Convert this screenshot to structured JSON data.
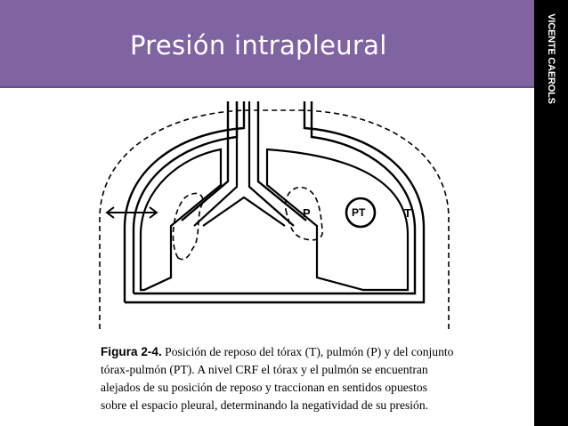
{
  "slide": {
    "title": "Presión intrapleural",
    "side_label": "VICENTE CAEROLS"
  },
  "figure": {
    "label_p": "P",
    "label_pt": "PT",
    "label_t": "T"
  },
  "caption": {
    "heading": "Figura 2-4.",
    "line1": " Posición de reposo del tórax (T), pulmón (P) y del conjunto",
    "line2": "tórax-pulmón (PT). A nivel CRF el tórax y el pulmón se encuentran",
    "line3": "alejados de su posición de reposo y traccionan en sentidos opuestos",
    "line4": "sobre el espacio pleural, determinando la negatividad de su presión."
  },
  "colors": {
    "title_bar": "#8064a2",
    "side_bar": "#000000",
    "title_text": "#ffffff"
  }
}
